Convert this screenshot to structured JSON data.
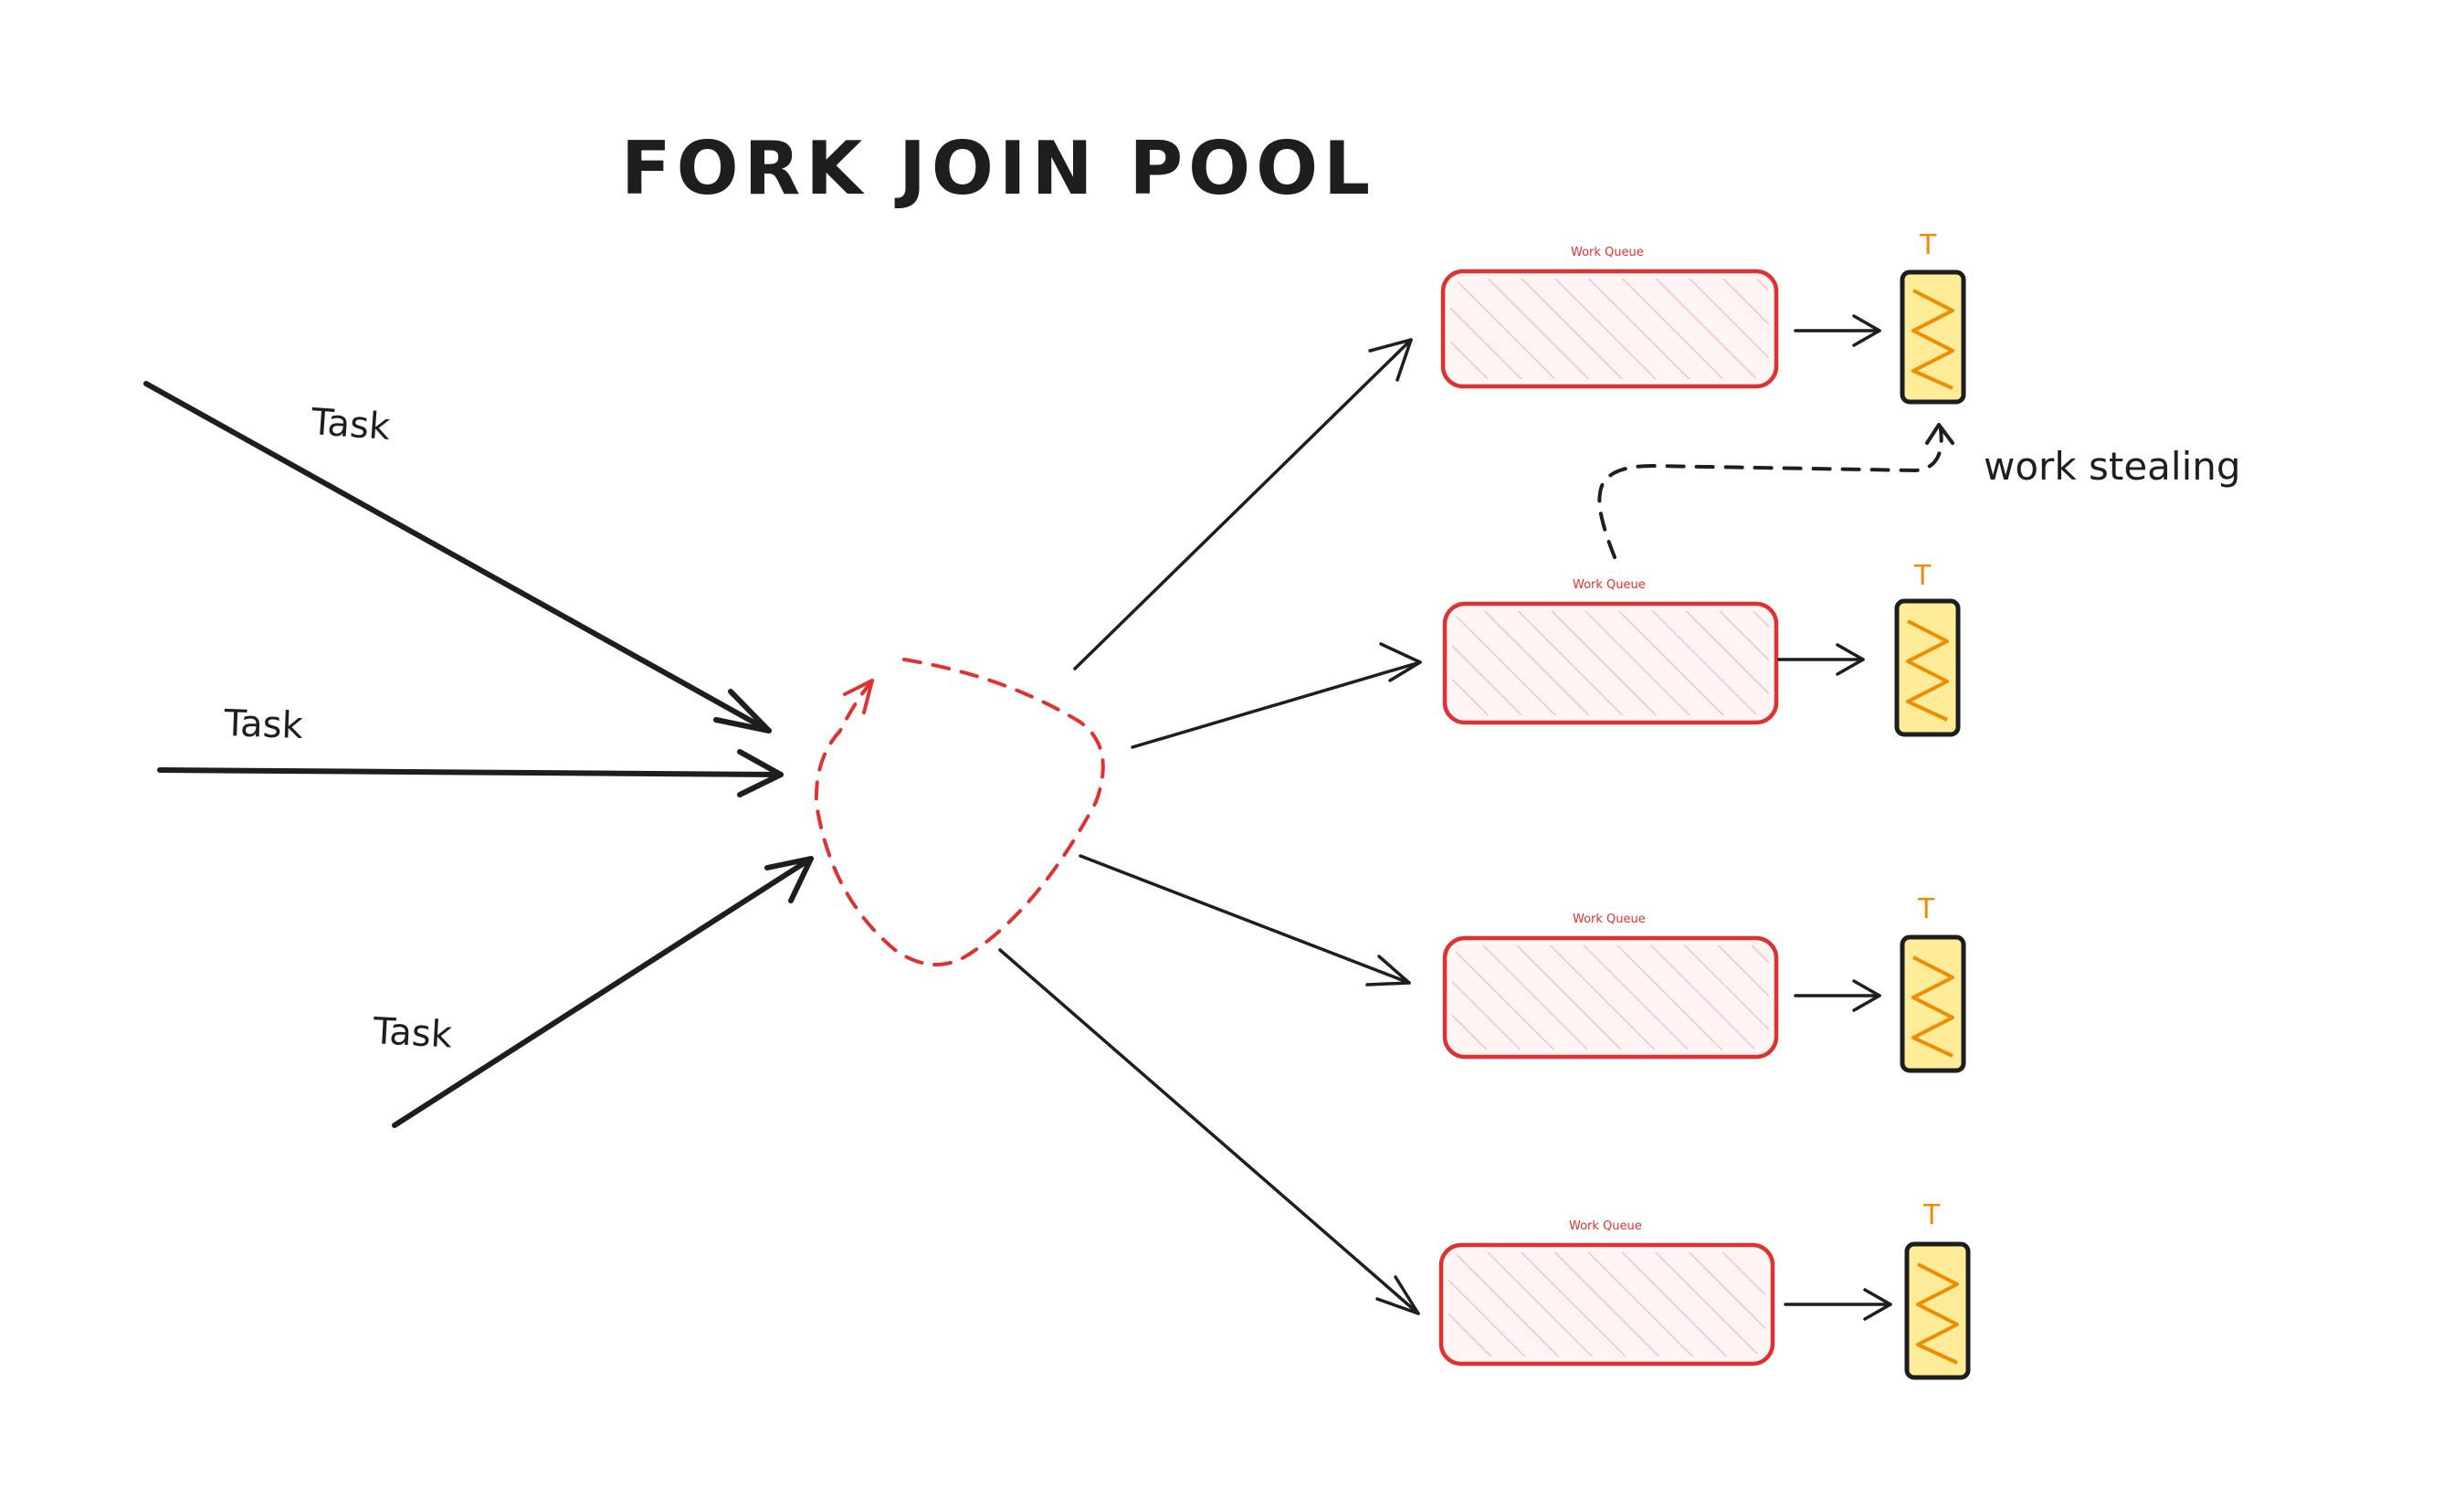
{
  "title": "FORK JOIN POOL",
  "tasks": [
    {
      "label": "Task"
    },
    {
      "label": "Task"
    },
    {
      "label": "Task"
    }
  ],
  "queues": [
    {
      "label": "Work Queue",
      "thread_label": "T"
    },
    {
      "label": "Work Queue",
      "thread_label": "T"
    },
    {
      "label": "Work Queue",
      "thread_label": "T"
    },
    {
      "label": "Work Queue",
      "thread_label": "T"
    }
  ],
  "work_stealing_label": "work stealing",
  "colors": {
    "queue_stroke": "#e03131",
    "queue_fill": "#fff5f5",
    "thread_fill": "#ffec99",
    "thread_spring": "#f08c00",
    "ink": "#1e1e1e"
  }
}
